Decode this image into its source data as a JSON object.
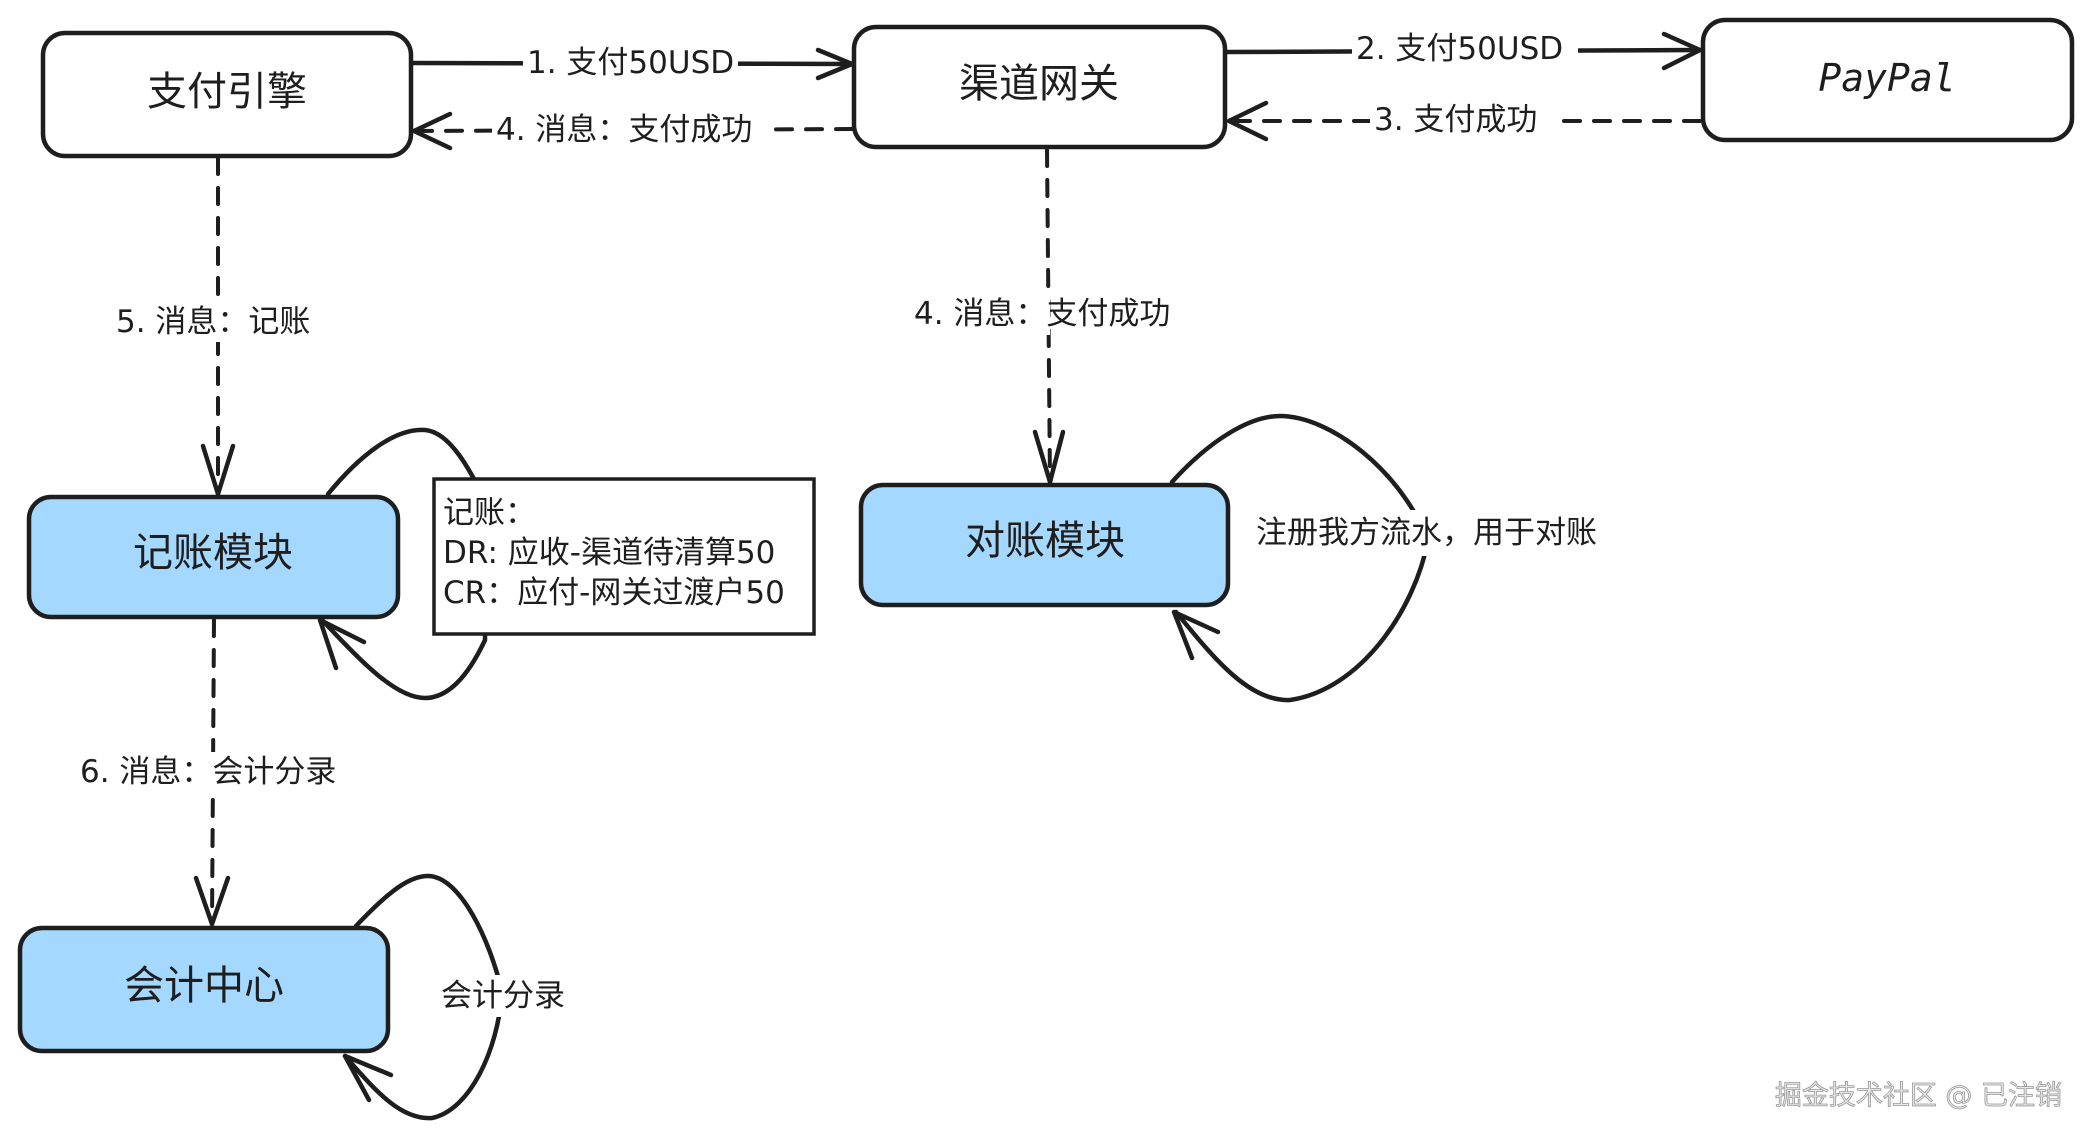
{
  "diagram": {
    "nodes": {
      "payment_engine": {
        "label": "支付引擎"
      },
      "channel_gateway": {
        "label": "渠道网关"
      },
      "paypal": {
        "label": "PayPal"
      },
      "accounting_module": {
        "label": "记账模块"
      },
      "reconciliation_module": {
        "label": "对账模块"
      },
      "accounting_center": {
        "label": "会计中心"
      }
    },
    "edges": {
      "engine_to_gateway": {
        "label": "1. 支付50USD",
        "style": "solid"
      },
      "gateway_to_paypal": {
        "label": "2. 支付50USD",
        "style": "solid"
      },
      "paypal_to_gateway": {
        "label": "3. 支付成功",
        "style": "dashed"
      },
      "gateway_to_engine": {
        "label": "4. 消息：支付成功",
        "style": "dashed"
      },
      "gateway_to_reconciliation": {
        "label": "4. 消息：支付成功",
        "style": "dashed"
      },
      "engine_to_accounting": {
        "label": "5. 消息：记账",
        "style": "dashed"
      },
      "accounting_to_center": {
        "label": "6. 消息：会计分录",
        "style": "dashed"
      },
      "reconciliation_self_loop": {
        "label": "注册我方流水，用于对账",
        "style": "solid"
      },
      "center_self_loop": {
        "label": "会计分录",
        "style": "solid"
      }
    },
    "note": {
      "lines": [
        "记账：",
        "DR: 应收-渠道待清算50",
        "CR：应付-网关过渡户50"
      ]
    },
    "colors": {
      "stroke": "#1e1e1e",
      "module_fill": "#a5d8ff",
      "default_fill": "#ffffff"
    }
  },
  "watermark": "掘金技术社区 @ 已注销"
}
